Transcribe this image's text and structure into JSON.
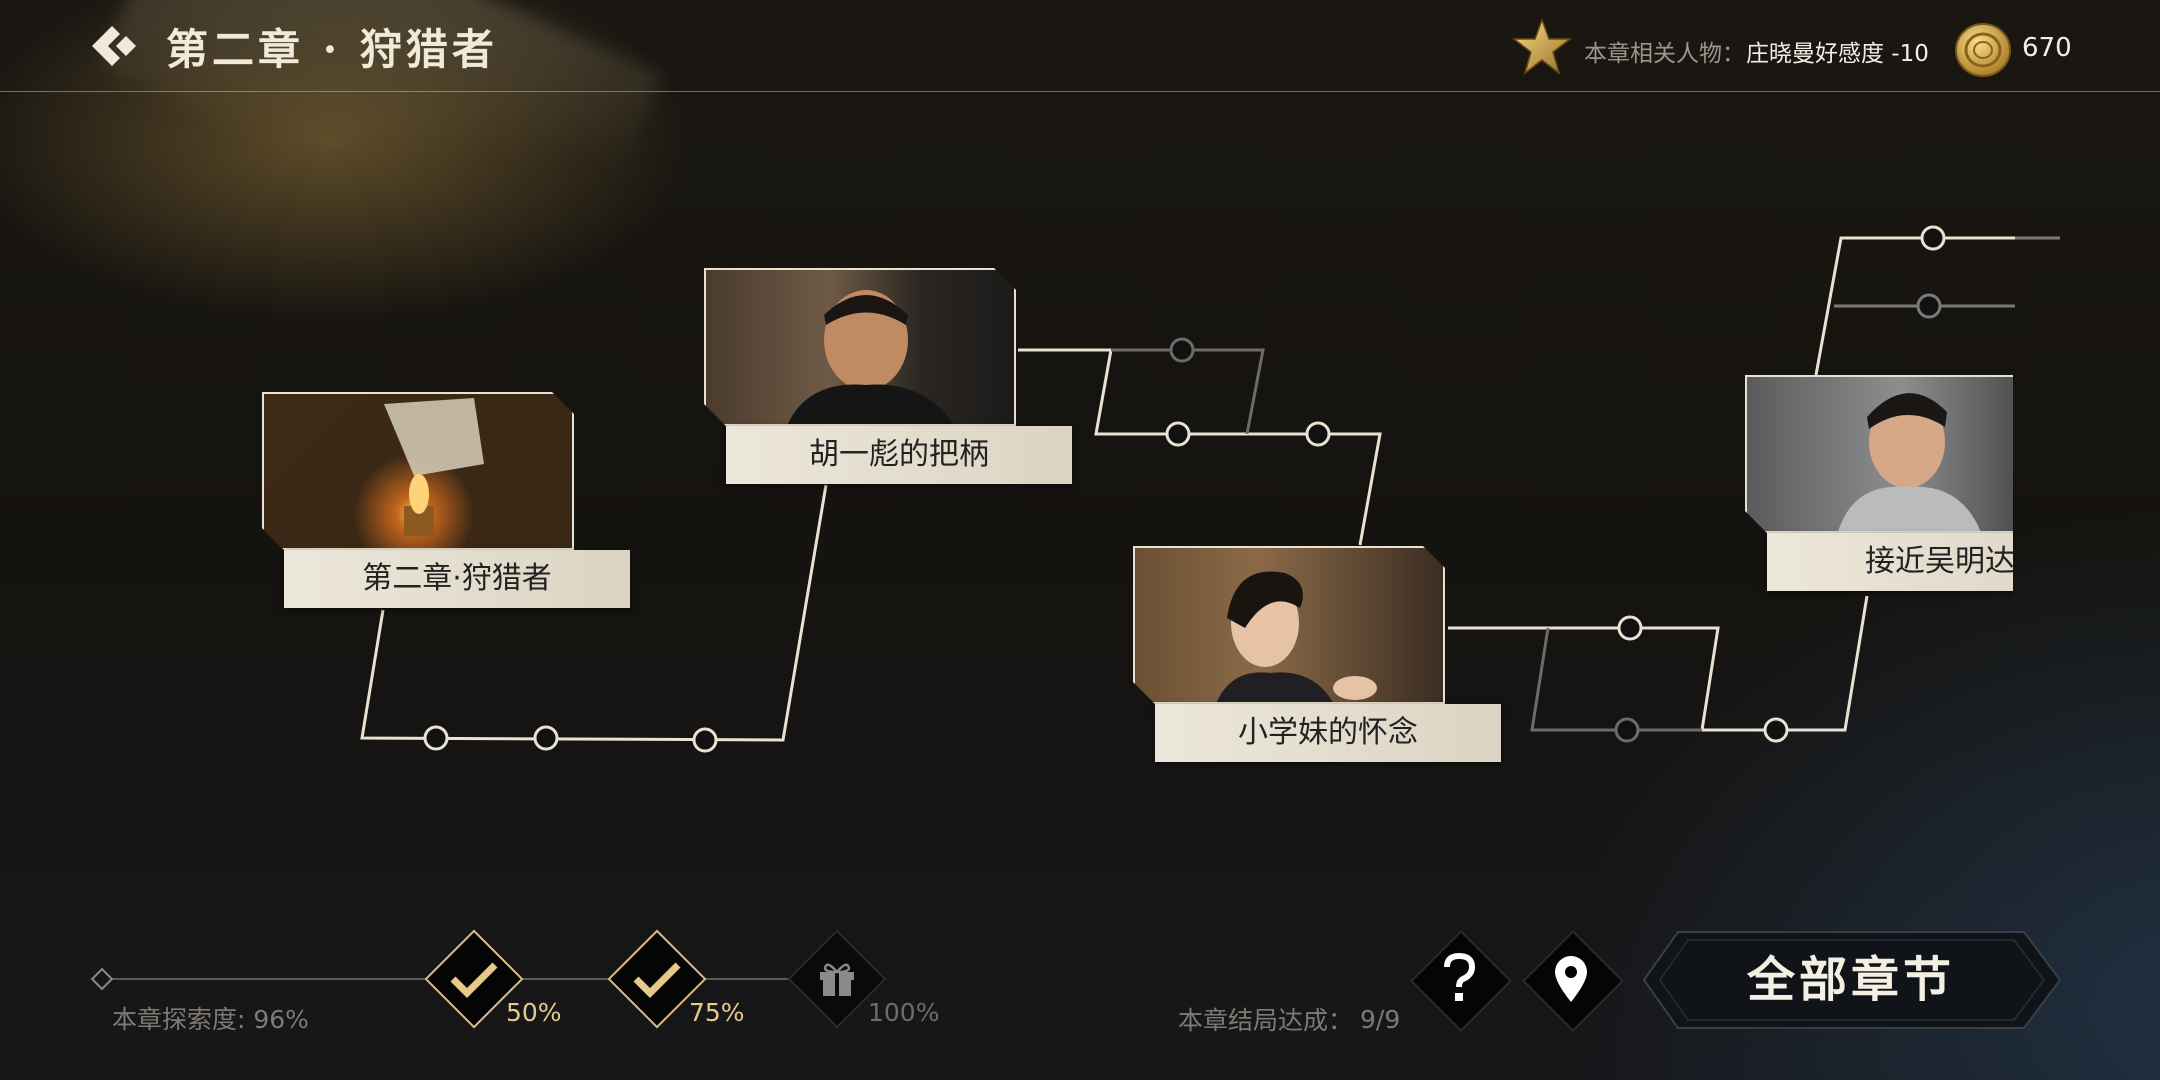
{
  "header": {
    "title": "第二章 · 狩猎者",
    "relation_label": "本章相关人物：",
    "relation_value": "庄晓曼好感度 -10",
    "coins": "670"
  },
  "nodes": [
    {
      "label": "第二章·狩猎者",
      "scene": "burning-letter"
    },
    {
      "label": "胡一彪的把柄",
      "scene": "bald-man-portrait"
    },
    {
      "label": "小学妹的怀念",
      "scene": "smiling-woman"
    },
    {
      "label": "接近吴明达",
      "scene": "man-in-coat"
    }
  ],
  "footer": {
    "progress_label": "本章探索度: 96%",
    "progress_value": 96,
    "milestones": [
      {
        "label": "50%",
        "status": "claimed"
      },
      {
        "label": "75%",
        "status": "claimed"
      },
      {
        "label": "100%",
        "status": "locked"
      }
    ],
    "ending_label": "本章结局达成：",
    "ending_value": "9/9",
    "all_chapters_label": "全部章节"
  },
  "colors": {
    "accent_gold": "#e7c98a",
    "line": "#e8e2d2",
    "dim_line": "#6b6b6b"
  }
}
